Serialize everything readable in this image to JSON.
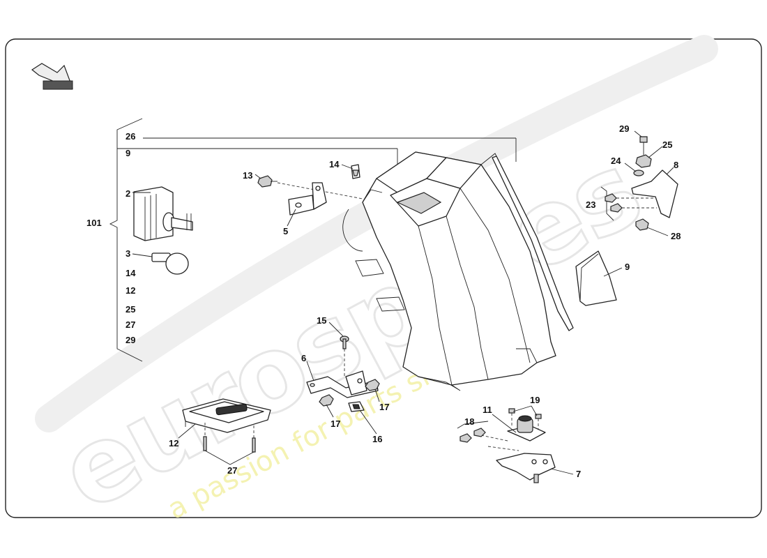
{
  "watermark": {
    "brand": "eurospares",
    "tagline": "a passion for parts since 1985"
  },
  "group_labels": {
    "group_101": "101"
  },
  "list_labels": [
    "26",
    "9",
    "2",
    "3",
    "14",
    "12",
    "25",
    "27",
    "29"
  ],
  "callouts": {
    "c13": "13",
    "c14": "14",
    "c5": "5",
    "c15": "15",
    "c6": "6",
    "c17a": "17",
    "c17b": "17",
    "c16": "16",
    "c12": "12",
    "c27": "27",
    "c11": "11",
    "c19": "19",
    "c18": "18",
    "c7": "7",
    "c29": "29",
    "c25": "25",
    "c24": "24",
    "c8": "8",
    "c23": "23",
    "c28": "28",
    "c9": "9"
  },
  "icons": {
    "direction_arrow": "direction-arrow-icon"
  }
}
